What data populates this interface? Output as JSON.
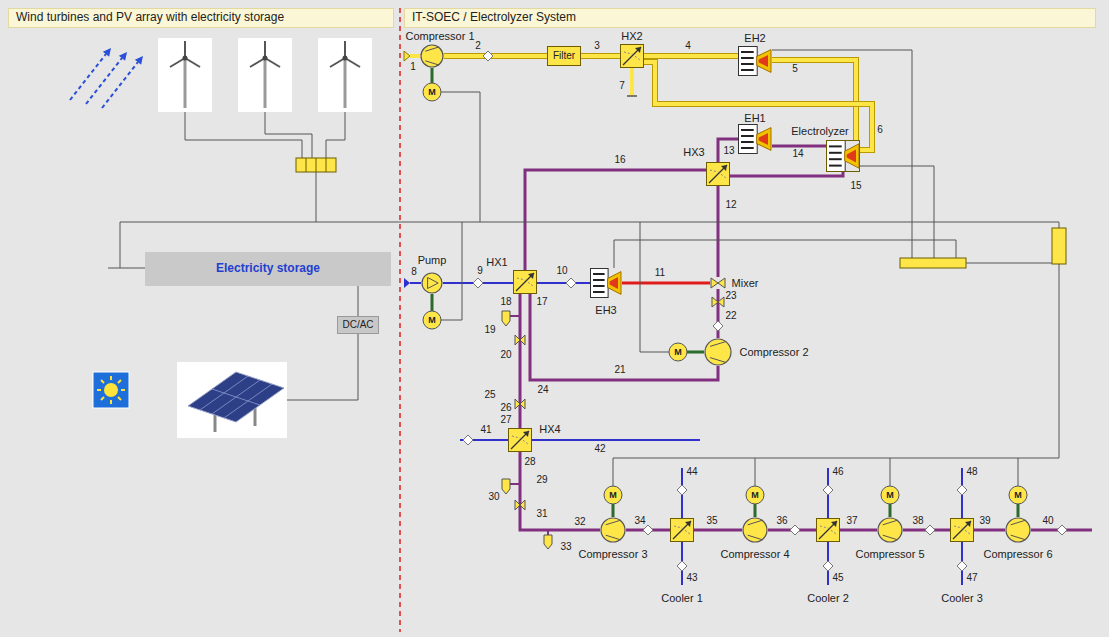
{
  "diagram": {
    "nodes": [
      {
        "text": [
          "Wind turbines and PV array with electricity storage"
        ]
      },
      {
        "text": [
          "IT-SOEC / Electrolyzer System"
        ]
      },
      {
        "text": [
          "Electricity storage"
        ]
      },
      {
        "text": [
          "DC/AC"
        ]
      },
      {
        "text": [
          "Compressor 1"
        ]
      },
      {
        "text": [
          "Filter"
        ]
      },
      {
        "text": [
          "HX2"
        ]
      },
      {
        "text": [
          "EH2"
        ]
      },
      {
        "text": [
          "EH1"
        ]
      },
      {
        "text": [
          "Electrolyzer"
        ]
      },
      {
        "text": [
          "HX3"
        ]
      },
      {
        "text": [
          "Pump"
        ]
      },
      {
        "text": [
          "HX1"
        ]
      },
      {
        "text": [
          "EH3"
        ]
      },
      {
        "text": [
          "Mixer"
        ]
      },
      {
        "text": [
          "Compressor 2"
        ]
      },
      {
        "text": [
          "HX4"
        ]
      },
      {
        "text": [
          "Compressor 3"
        ]
      },
      {
        "text": [
          "Cooler 1"
        ]
      },
      {
        "text": [
          "Compressor 4"
        ]
      },
      {
        "text": [
          "Cooler 2"
        ]
      },
      {
        "text": [
          "Compressor 5"
        ]
      },
      {
        "text": [
          "Cooler 3"
        ]
      },
      {
        "text": [
          "Compressor 6"
        ]
      }
    ],
    "edges": [
      {
        "from": 4,
        "to": 5,
        "arrow": "none"
      },
      {
        "from": 5,
        "to": 6,
        "arrow": "none"
      },
      {
        "from": 6,
        "to": 7,
        "arrow": "none"
      },
      {
        "from": 7,
        "to": 9,
        "arrow": "none"
      },
      {
        "from": 9,
        "to": 6,
        "arrow": "none"
      },
      {
        "from": 11,
        "to": 12,
        "arrow": "none"
      },
      {
        "from": 12,
        "to": 13,
        "arrow": "none"
      },
      {
        "from": 13,
        "to": 14,
        "arrow": "none"
      },
      {
        "from": 14,
        "to": 10,
        "arrow": "none"
      },
      {
        "from": 10,
        "to": 8,
        "arrow": "none"
      },
      {
        "from": 8,
        "to": 9,
        "arrow": "none"
      },
      {
        "from": 9,
        "to": 10,
        "arrow": "none"
      },
      {
        "from": 10,
        "to": 12,
        "arrow": "none"
      },
      {
        "from": 12,
        "to": 16,
        "arrow": "none"
      },
      {
        "from": 12,
        "to": 15,
        "arrow": "none"
      },
      {
        "from": 15,
        "to": 14,
        "arrow": "none"
      },
      {
        "from": 16,
        "to": 17,
        "arrow": "none"
      },
      {
        "from": 17,
        "to": 18,
        "arrow": "none"
      },
      {
        "from": 18,
        "to": 19,
        "arrow": "none"
      },
      {
        "from": 19,
        "to": 20,
        "arrow": "none"
      },
      {
        "from": 20,
        "to": 21,
        "arrow": "none"
      },
      {
        "from": 21,
        "to": 22,
        "arrow": "none"
      },
      {
        "from": 22,
        "to": 23,
        "arrow": "none"
      }
    ],
    "labels": [
      "1",
      "2",
      "3",
      "4",
      "5",
      "6",
      "7",
      "8",
      "9",
      "10",
      "11",
      "12",
      "13",
      "14",
      "15",
      "16",
      "17",
      "18",
      "19",
      "20",
      "21",
      "22",
      "23",
      "24",
      "25",
      "26",
      "27",
      "28",
      "29",
      "30",
      "31",
      "32",
      "33",
      "34",
      "35",
      "36",
      "37",
      "38",
      "39",
      "40",
      "41",
      "42",
      "43",
      "44",
      "45",
      "46",
      "47",
      "48",
      "M",
      "M",
      "M",
      "M",
      "M",
      "M",
      "M"
    ]
  }
}
